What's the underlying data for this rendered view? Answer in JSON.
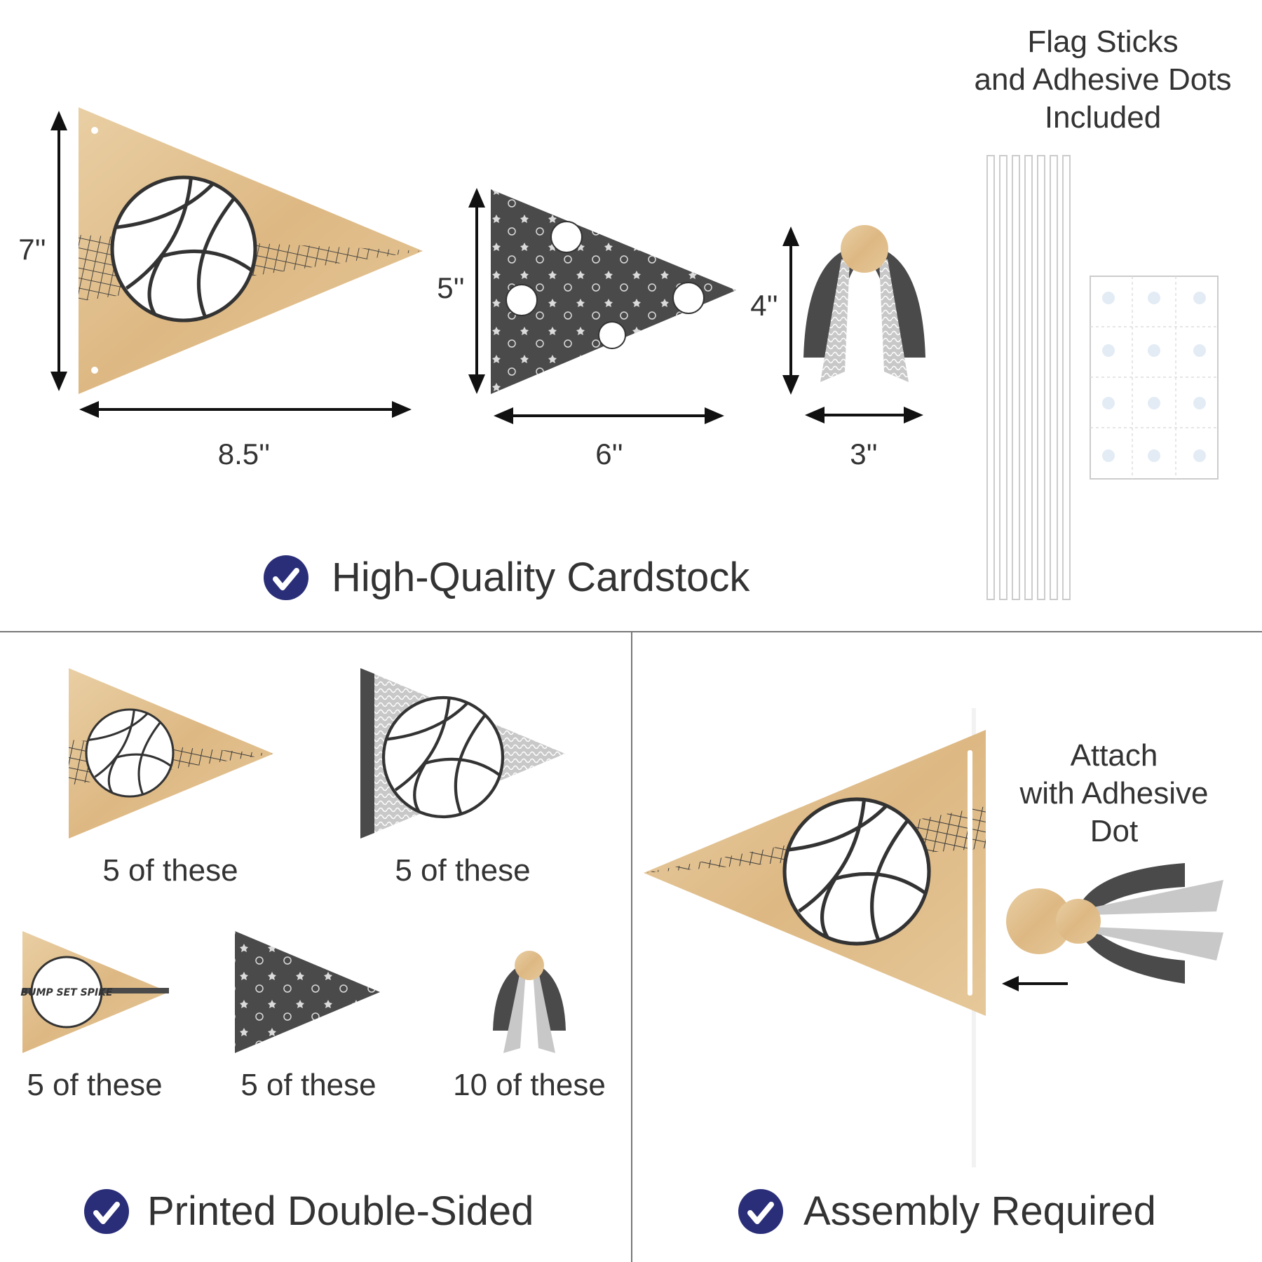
{
  "dimensions": {
    "large_pennant": {
      "height": "7''",
      "width": "8.5''"
    },
    "medium_pennant": {
      "height": "5''",
      "width": "6''"
    },
    "tassel": {
      "height": "4''",
      "width": "3''"
    }
  },
  "extras": {
    "line1": "Flag Sticks",
    "line2": "and Adhesive Dots",
    "line3": "Included"
  },
  "features": {
    "cardstock": "High-Quality Cardstock",
    "double_sided": "Printed Double-Sided",
    "assembly": "Assembly Required"
  },
  "quantities": [
    {
      "label": "5 of these"
    },
    {
      "label": "5 of these"
    },
    {
      "label": "5 of these"
    },
    {
      "label": "5 of these"
    },
    {
      "label": "10 of these"
    }
  ],
  "ball_text": "BUMP SET SPIKE",
  "assembly_note": {
    "line1": "Attach",
    "line2": "with Adhesive",
    "line3": "Dot"
  },
  "colors": {
    "check": "#2a2e78",
    "wood": "#e2c08f",
    "dark": "#4a4a4a",
    "net_gray": "#c8c8c8"
  }
}
